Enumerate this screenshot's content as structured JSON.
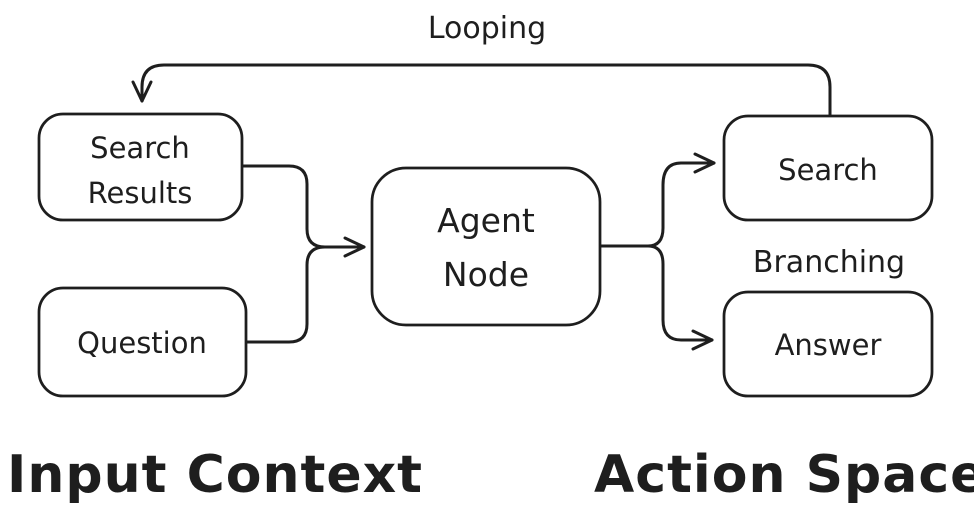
{
  "colors": {
    "background": "#ffffff",
    "stroke": "#1e1e1e",
    "text": "#1e1e1e"
  },
  "nodes": {
    "search_results": {
      "line1": "Search",
      "line2": "Results"
    },
    "question": {
      "label": "Question"
    },
    "agent_node": {
      "line1": "Agent",
      "line2": "Node"
    },
    "search": {
      "label": "Search"
    },
    "answer": {
      "label": "Answer"
    }
  },
  "edge_labels": {
    "looping": "Looping",
    "branching": "Branching"
  },
  "section_labels": {
    "input_context": "Input Context",
    "action_space": "Action Space"
  }
}
